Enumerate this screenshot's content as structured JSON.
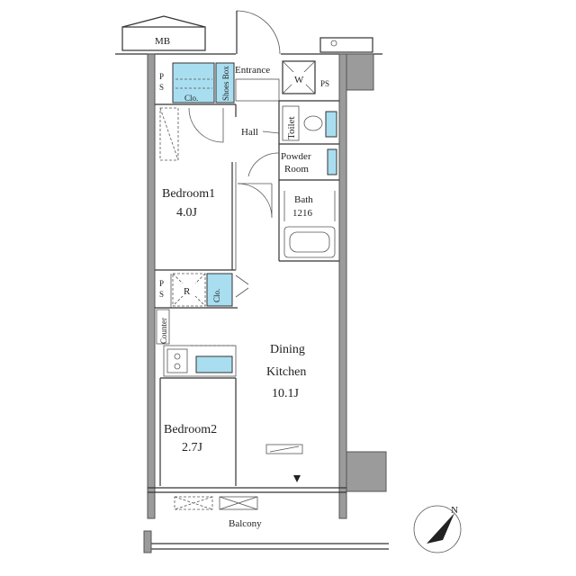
{
  "labels": {
    "mb": "MB",
    "ps_top": "P\nS",
    "clo_top": "Clo.",
    "shoes_box": "Shoes Box",
    "entrance": "Entrance",
    "w": "W",
    "ps_right": "PS",
    "toilet": "Toilet",
    "hall": "Hall",
    "powder_room": "Powder Room",
    "bath": "Bath",
    "bath_size": "1216",
    "bedroom1": "Bedroom1",
    "bedroom1_size": "4.0J",
    "ps_mid": "P\nS",
    "r": "R",
    "clo_mid": "Clo.",
    "counter": "Counter",
    "dining": "Dining",
    "kitchen": "Kitchen",
    "dk_size": "10.1J",
    "bedroom2": "Bedroom2",
    "bedroom2_size": "2.7J",
    "balcony": "Balcony",
    "north": "N"
  },
  "colors": {
    "wall": "#9b9b9b",
    "closet": "#a9def0",
    "line": "#333333"
  }
}
